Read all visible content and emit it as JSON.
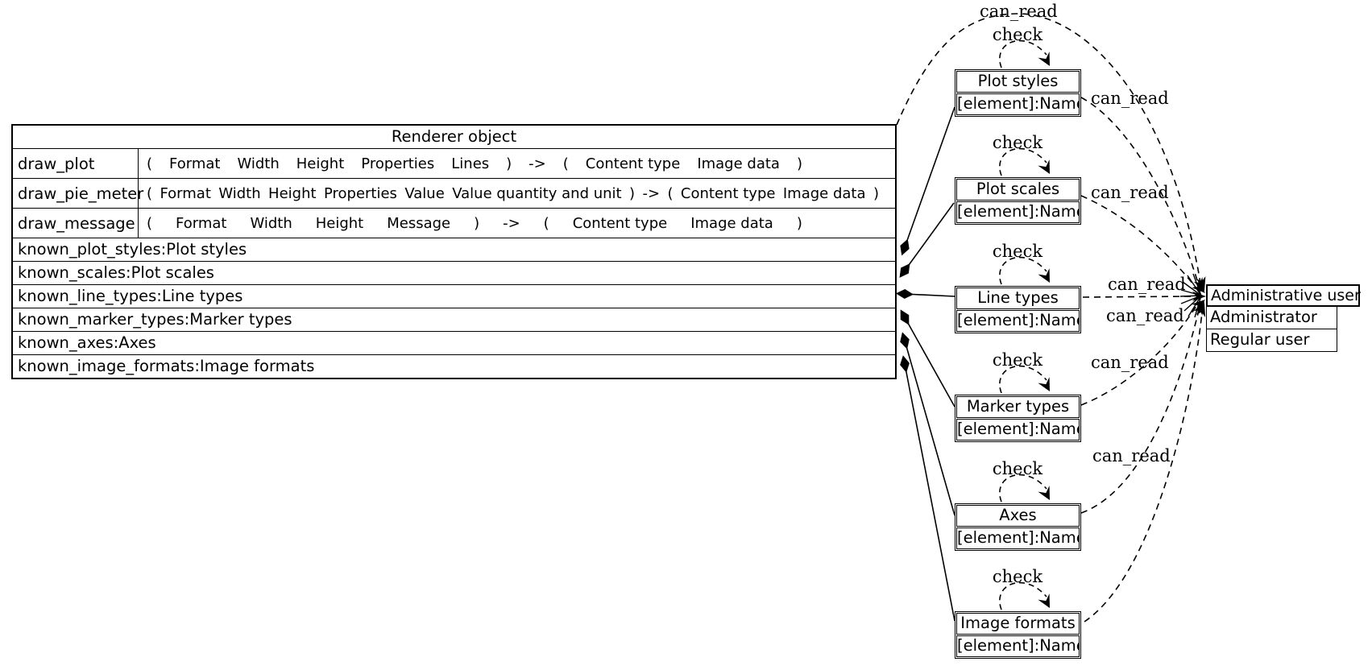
{
  "labels": {
    "can_read": "can_read",
    "check": "check"
  },
  "renderer": {
    "title": "Renderer object",
    "methods": [
      {
        "name": "draw_plot",
        "sig": [
          "(",
          "Format",
          "Width",
          "Height",
          "Properties",
          "Lines",
          ")",
          "->",
          "(",
          "Content type",
          "Image data",
          ")"
        ]
      },
      {
        "name": "draw_pie_meter",
        "sig": [
          "(",
          "Format",
          "Width",
          "Height",
          "Properties",
          "Value",
          "Value quantity and unit",
          ")",
          "->",
          "(",
          "Content type",
          "Image data",
          ")"
        ]
      },
      {
        "name": "draw_message",
        "sig": [
          "(",
          "Format",
          "Width",
          "Height",
          "Message",
          ")",
          "->",
          "(",
          "Content type",
          "Image data",
          ")"
        ]
      }
    ],
    "attributes": [
      "known_plot_styles:Plot styles",
      "known_scales:Plot scales",
      "known_line_types:Line types",
      "known_marker_types:Marker types",
      "known_axes:Axes",
      "known_image_formats:Image formats"
    ]
  },
  "elements": [
    {
      "title": "Plot styles",
      "row": "[element]:Name"
    },
    {
      "title": "Plot scales",
      "row": "[element]:Name"
    },
    {
      "title": "Line types",
      "row": "[element]:Name"
    },
    {
      "title": "Marker types",
      "row": "[element]:Name"
    },
    {
      "title": "Axes",
      "row": "[element]:Name"
    },
    {
      "title": "Image formats",
      "row": "[element]:Name"
    }
  ],
  "user": {
    "title": "Administrative user",
    "rows": [
      "Administrator",
      "Regular user"
    ]
  },
  "colors": {
    "ink": "#000000",
    "background": "#ffffff"
  }
}
